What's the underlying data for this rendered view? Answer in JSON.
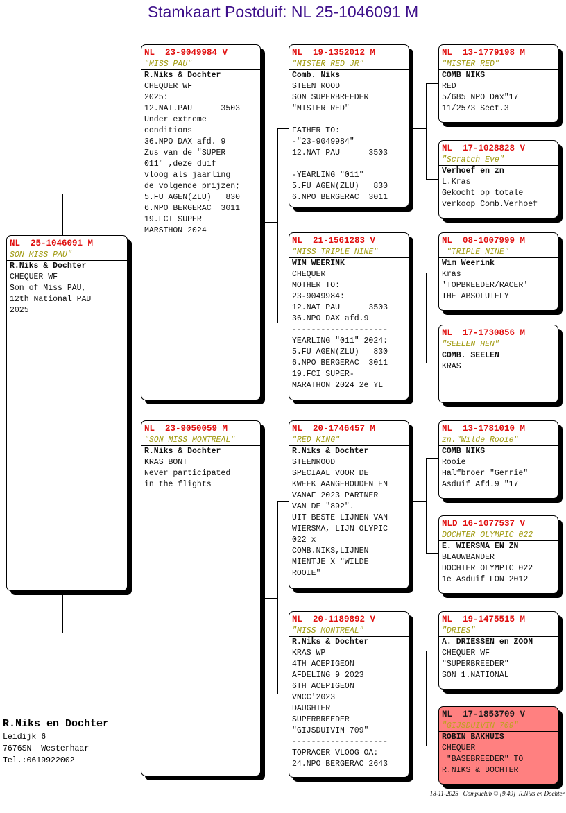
{
  "title": "Stamkaart Postduif: NL  25-1046091 M",
  "cards": [
    {
      "id": "subject",
      "ring": "NL  25-1046091 M",
      "name": "SON MISS PAU\"",
      "lines": [
        "R.Niks & Dochter",
        "CHEQUER WF",
        "Son of Miss PAU,",
        "12th National PAU",
        "2025"
      ]
    },
    {
      "id": "father",
      "ring": "NL  23-9049984 V",
      "name": "\"MISS PAU\"",
      "lines": [
        "R.Niks & Dochter",
        "CHEQUER WF",
        "2025:",
        "12.NAT.PAU      3503",
        "Under extreme",
        "conditions",
        "36.NPO DAX afd. 9",
        "Zus van de \"SUPER",
        "011\" ,deze duif",
        "vloog als jaarling",
        "de volgende prijzen;",
        "5.FU AGEN(ZLU)   830",
        "6.NPO BERGERAC  3011",
        "19.FCI SUPER",
        "MARSTHON 2024"
      ]
    },
    {
      "id": "mother",
      "ring": "NL  23-9050059 M",
      "name": "\"SON MISS MONTREAL\"",
      "lines": [
        "R.Niks & Dochter",
        "KRAS BONT",
        "Never participated",
        "in the flights"
      ]
    },
    {
      "id": "ff",
      "ring": "NL  19-1352012 M",
      "name": "\"MISTER RED JR\"",
      "lines": [
        "Comb. Niks",
        "STEEN ROOD",
        "SON SUPERBREEDER",
        "\"MISTER RED\"",
        "",
        "FATHER TO:",
        "-\"23-9049984\"",
        "12.NAT PAU      3503",
        "",
        "-YEARLING \"011\"",
        "5.FU AGEN(ZLU)   830",
        "6.NPO BERGERAC  3011"
      ]
    },
    {
      "id": "fm",
      "ring": "NL  21-1561283 V",
      "name": "\"MISS TRIPLE NINE\"",
      "lines": [
        "WIM WEERINK",
        "CHEQUER",
        "MOTHER TO:",
        "23-9049984:",
        "12.NAT PAU      3503",
        "36.NPO DAX afd.9",
        "--------------------",
        "YEARLING \"011\" 2024:",
        "5.FU AGEN(ZLU)   830",
        "6.NPO BERGERAC  3011",
        "19.FCI SUPER-",
        "MARATHON 2024 2e YL"
      ]
    },
    {
      "id": "mf",
      "ring": "NL  20-1746457 M",
      "name": "\"RED KING\"",
      "lines": [
        "R.Niks & Dochter",
        "STEENROOD",
        "SPECIAAL VOOR DE",
        "KWEEK AANGEHOUDEN EN",
        "VANAF 2023 PARTNER",
        "VAN DE \"892\".",
        "UIT BESTE LIJNEN VAN",
        "WIERSMA, LIJN OLYPIC",
        "022 x",
        "COMB.NIKS,LIJNEN",
        "MIENTJE X \"WILDE",
        "ROOIE\""
      ]
    },
    {
      "id": "mm",
      "ring": "NL  20-1189892 V",
      "name": "\"MISS MONTREAL\"",
      "lines": [
        "R.Niks & Dochter",
        "KRAS WP",
        "4TH ACEPIGEON",
        "AFDELING 9 2023",
        "6TH ACEPIGEON",
        "VNCC'2023",
        "DAUGHTER",
        "SUPERBREEDER",
        "\"GIJSDUIVIN 709\"",
        "--------------------",
        "TOPRACER VLOOG OA:",
        "24.NPO BERGERAC 2643"
      ]
    },
    {
      "id": "fff",
      "ring": "NL  13-1779198 M",
      "name": "\"MISTER RED\"",
      "lines": [
        "COMB NIKS",
        "RED",
        "5/685 NPO Dax\"17",
        "11/2573 Sect.3"
      ]
    },
    {
      "id": "ffm",
      "ring": "NL  17-1028828 V",
      "name": "\"Scratch Eve\"",
      "lines": [
        "Verhoef en zn",
        "L.Kras",
        "Gekocht op totale",
        "verkoop Comb.Verhoef"
      ]
    },
    {
      "id": "fmf",
      "ring": "NL  08-1007999 M",
      "name": " \"TRIPLE NINE\"",
      "lines": [
        "Wim Weerink",
        "Kras",
        "'TOPBREEDER/RACER'",
        "THE ABSOLUTELY"
      ]
    },
    {
      "id": "fmm",
      "ring": "NL  17-1730856 M",
      "name": "\"SEELEN HEN\"",
      "lines": [
        "COMB. SEELEN",
        "KRAS"
      ]
    },
    {
      "id": "mff",
      "ring": "NL  13-1781010 M",
      "name": "zn.\"Wilde Rooie\"",
      "lines": [
        "COMB NIKS",
        "Rooie",
        "Halfbroer \"Gerrie\"",
        "Asduif Afd.9 \"17"
      ]
    },
    {
      "id": "mfm",
      "ring": "NLD 16-1077537 V",
      "name": "DOCHTER OLYMPIC 022",
      "lines": [
        "E. WIERSMA EN ZN",
        "BLAUWBANDER",
        "DOCHTER OLYMPIC 022",
        "1e Asduif FON 2012"
      ]
    },
    {
      "id": "mmf",
      "ring": "NL  19-1475515 M",
      "name": "\"DRIES\"",
      "lines": [
        "A. DRIESSEN en ZOON",
        "CHEQUER WF",
        "\"SUPERBREEDER\"",
        "SON 1.NATIONAL"
      ]
    },
    {
      "id": "mmm",
      "ring": "NL  17-1853709 V",
      "name": "\"GIJSDUIVIN 709\"",
      "lines": [
        "ROBIN BAKHUIS",
        "CHEQUER",
        " \"BASEBREEDER\" TO",
        "R.NIKS & DOCHTER"
      ],
      "highlight": "#ff8080"
    }
  ],
  "breeder": {
    "name": "R.Niks en Dochter",
    "address": "Leidijk 6",
    "city": "7676SN  Westerhaar",
    "phone": "Tel.:0619922002"
  },
  "footer": "18-11-2025   Compuclub © [9.49]  R.Niks en Dochter"
}
